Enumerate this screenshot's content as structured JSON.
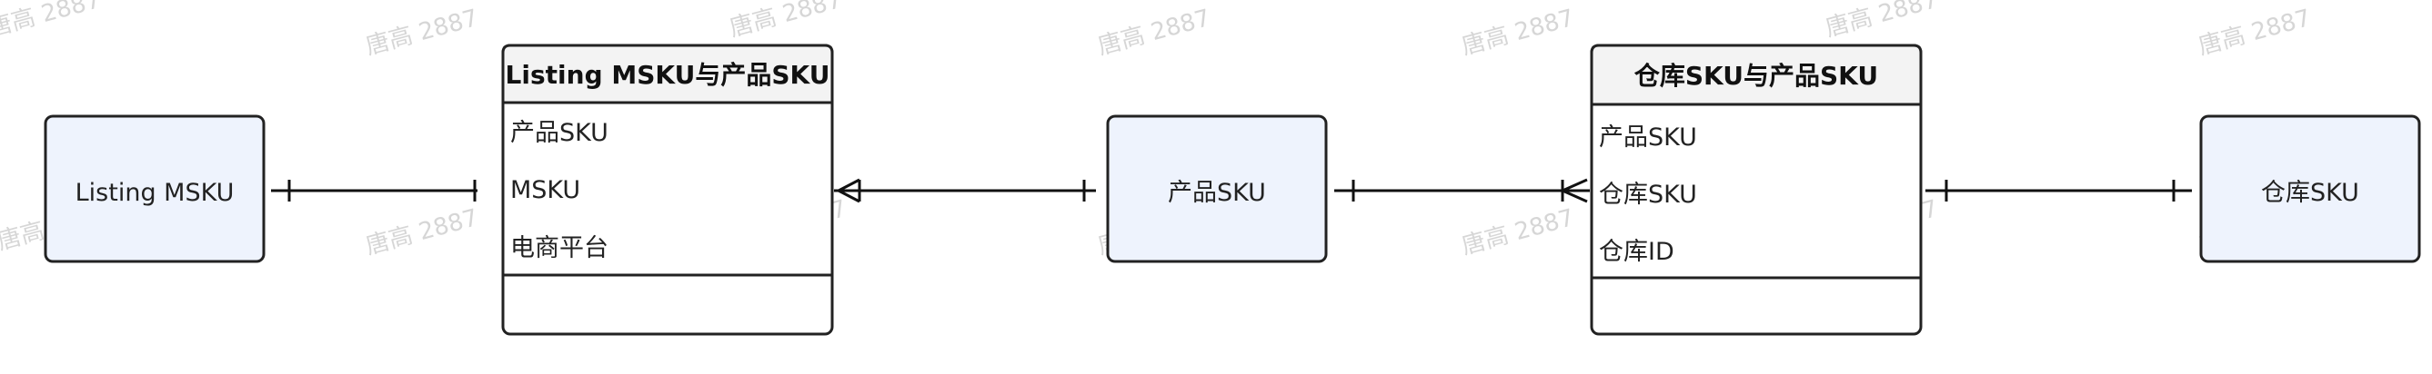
{
  "watermark": {
    "text": "唐高 2887"
  },
  "entities": {
    "listing_msku": {
      "label": "Listing MSKU"
    },
    "product_sku": {
      "label": "产品SKU"
    },
    "warehouse_sku": {
      "label": "仓库SKU"
    }
  },
  "tables": {
    "listing_product": {
      "title": "Listing MSKU与产品SKU",
      "rows": [
        "产品SKU",
        "MSKU",
        "电商平台"
      ]
    },
    "warehouse_product": {
      "title": "仓库SKU与产品SKU",
      "rows": [
        "产品SKU",
        "仓库SKU",
        "仓库ID"
      ]
    }
  },
  "colors": {
    "entity_fill": "#eef3fd",
    "header_fill": "#f3f3f3",
    "stroke": "#222222",
    "watermark": "#d0d0d0"
  },
  "relationships": [
    {
      "from": "Listing MSKU",
      "to": "Listing MSKU与产品SKU",
      "from_end": "one",
      "to_end": "one"
    },
    {
      "from": "Listing MSKU与产品SKU",
      "to": "产品SKU",
      "from_end": "one-or-many",
      "to_end": "one"
    },
    {
      "from": "产品SKU",
      "to": "仓库SKU与产品SKU",
      "from_end": "one",
      "to_end": "many"
    },
    {
      "from": "仓库SKU与产品SKU",
      "to": "仓库SKU",
      "from_end": "one",
      "to_end": "one"
    }
  ]
}
